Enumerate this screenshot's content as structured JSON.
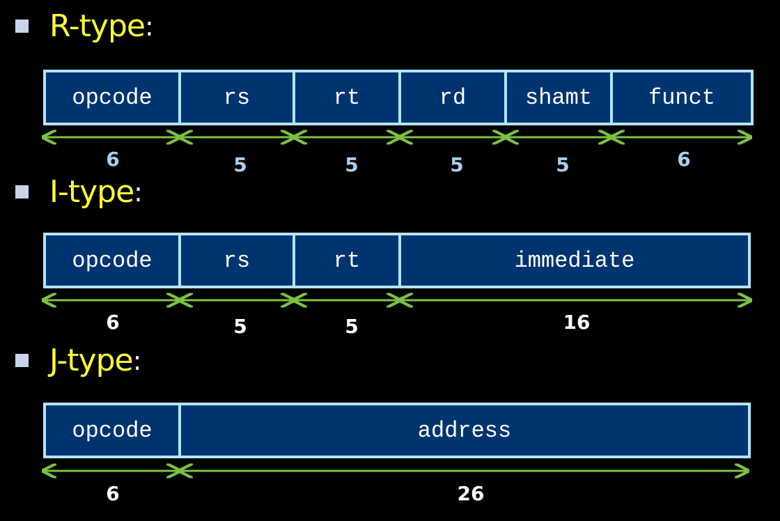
{
  "colors": {
    "background": "#000000",
    "title": "#ffff33",
    "field_fill": "#003471",
    "field_border": "#b3e4ff",
    "arrow": "#7cc242",
    "bits_light_blue": "#a9cff0",
    "bits_white": "#ffffff",
    "bullet": "#c9d6ea"
  },
  "formats": [
    {
      "title": "R-type",
      "colon": ":",
      "fields": [
        {
          "label": "opcode",
          "bits": "6"
        },
        {
          "label": "rs",
          "bits": "5"
        },
        {
          "label": "rt",
          "bits": "5"
        },
        {
          "label": "rd",
          "bits": "5"
        },
        {
          "label": "shamt",
          "bits": "5"
        },
        {
          "label": "funct",
          "bits": "6"
        }
      ]
    },
    {
      "title": "I-type",
      "colon": ":",
      "fields": [
        {
          "label": "opcode",
          "bits": "6"
        },
        {
          "label": "rs",
          "bits": "5"
        },
        {
          "label": "rt",
          "bits": "5"
        },
        {
          "label": "immediate",
          "bits": "16"
        }
      ]
    },
    {
      "title": "J-type",
      "colon": ":",
      "fields": [
        {
          "label": "opcode",
          "bits": "6"
        },
        {
          "label": "address",
          "bits": "26"
        }
      ]
    }
  ]
}
